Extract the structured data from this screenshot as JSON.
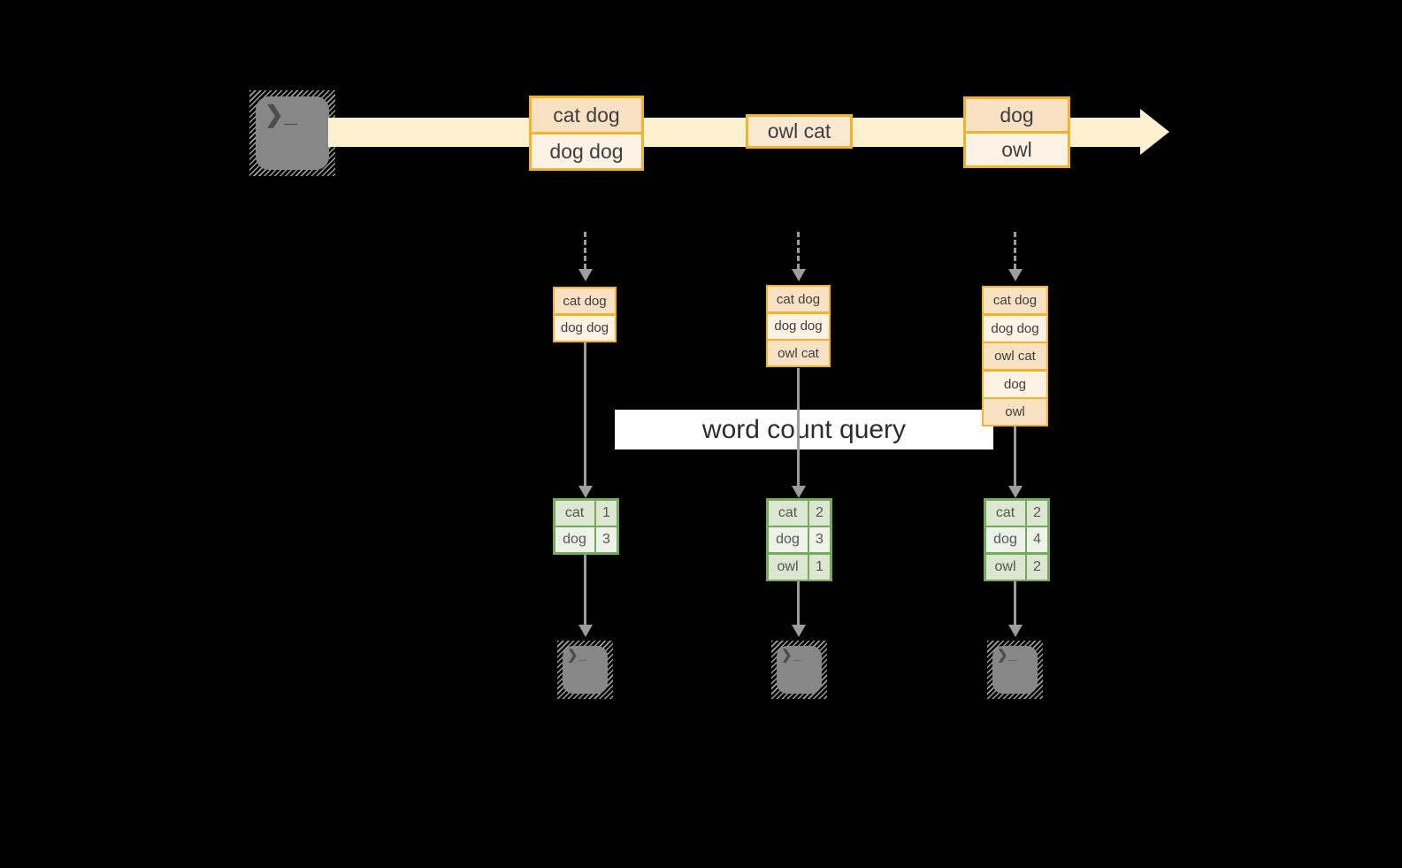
{
  "query": {
    "label": "word count query"
  },
  "icons": {
    "terminal_glyph": "❯_"
  },
  "colors": {
    "background": "#000000",
    "stream_band": "#fdf1cf",
    "amber_border": "#f3b229",
    "cell_peach": "#f9e2c4",
    "cell_cream": "#fdf2e4",
    "green_border": "#76a95c",
    "green_cell_dark": "#dbe7d0",
    "green_cell_light": "#eef3e9",
    "arrow_gray": "#9d9d9d",
    "terminal_gray": "#878787",
    "query_box": "#ffffff"
  },
  "stream": {
    "batches": [
      {
        "lines": [
          "cat dog",
          "dog dog"
        ]
      },
      {
        "lines": [
          "owl cat"
        ]
      },
      {
        "lines": [
          "dog",
          "owl"
        ]
      }
    ]
  },
  "columns": [
    {
      "input": [
        "cat dog",
        "dog dog"
      ],
      "counts": [
        {
          "word": "cat",
          "count": "1"
        },
        {
          "word": "dog",
          "count": "3"
        }
      ]
    },
    {
      "input": [
        "cat dog",
        "dog dog",
        "owl cat"
      ],
      "counts": [
        {
          "word": "cat",
          "count": "2"
        },
        {
          "word": "dog",
          "count": "3"
        },
        {
          "word": "owl",
          "count": "1"
        }
      ]
    },
    {
      "input": [
        "cat dog",
        "dog dog",
        "owl cat",
        "dog",
        "owl"
      ],
      "counts": [
        {
          "word": "cat",
          "count": "2"
        },
        {
          "word": "dog",
          "count": "4"
        },
        {
          "word": "owl",
          "count": "2"
        }
      ]
    }
  ]
}
